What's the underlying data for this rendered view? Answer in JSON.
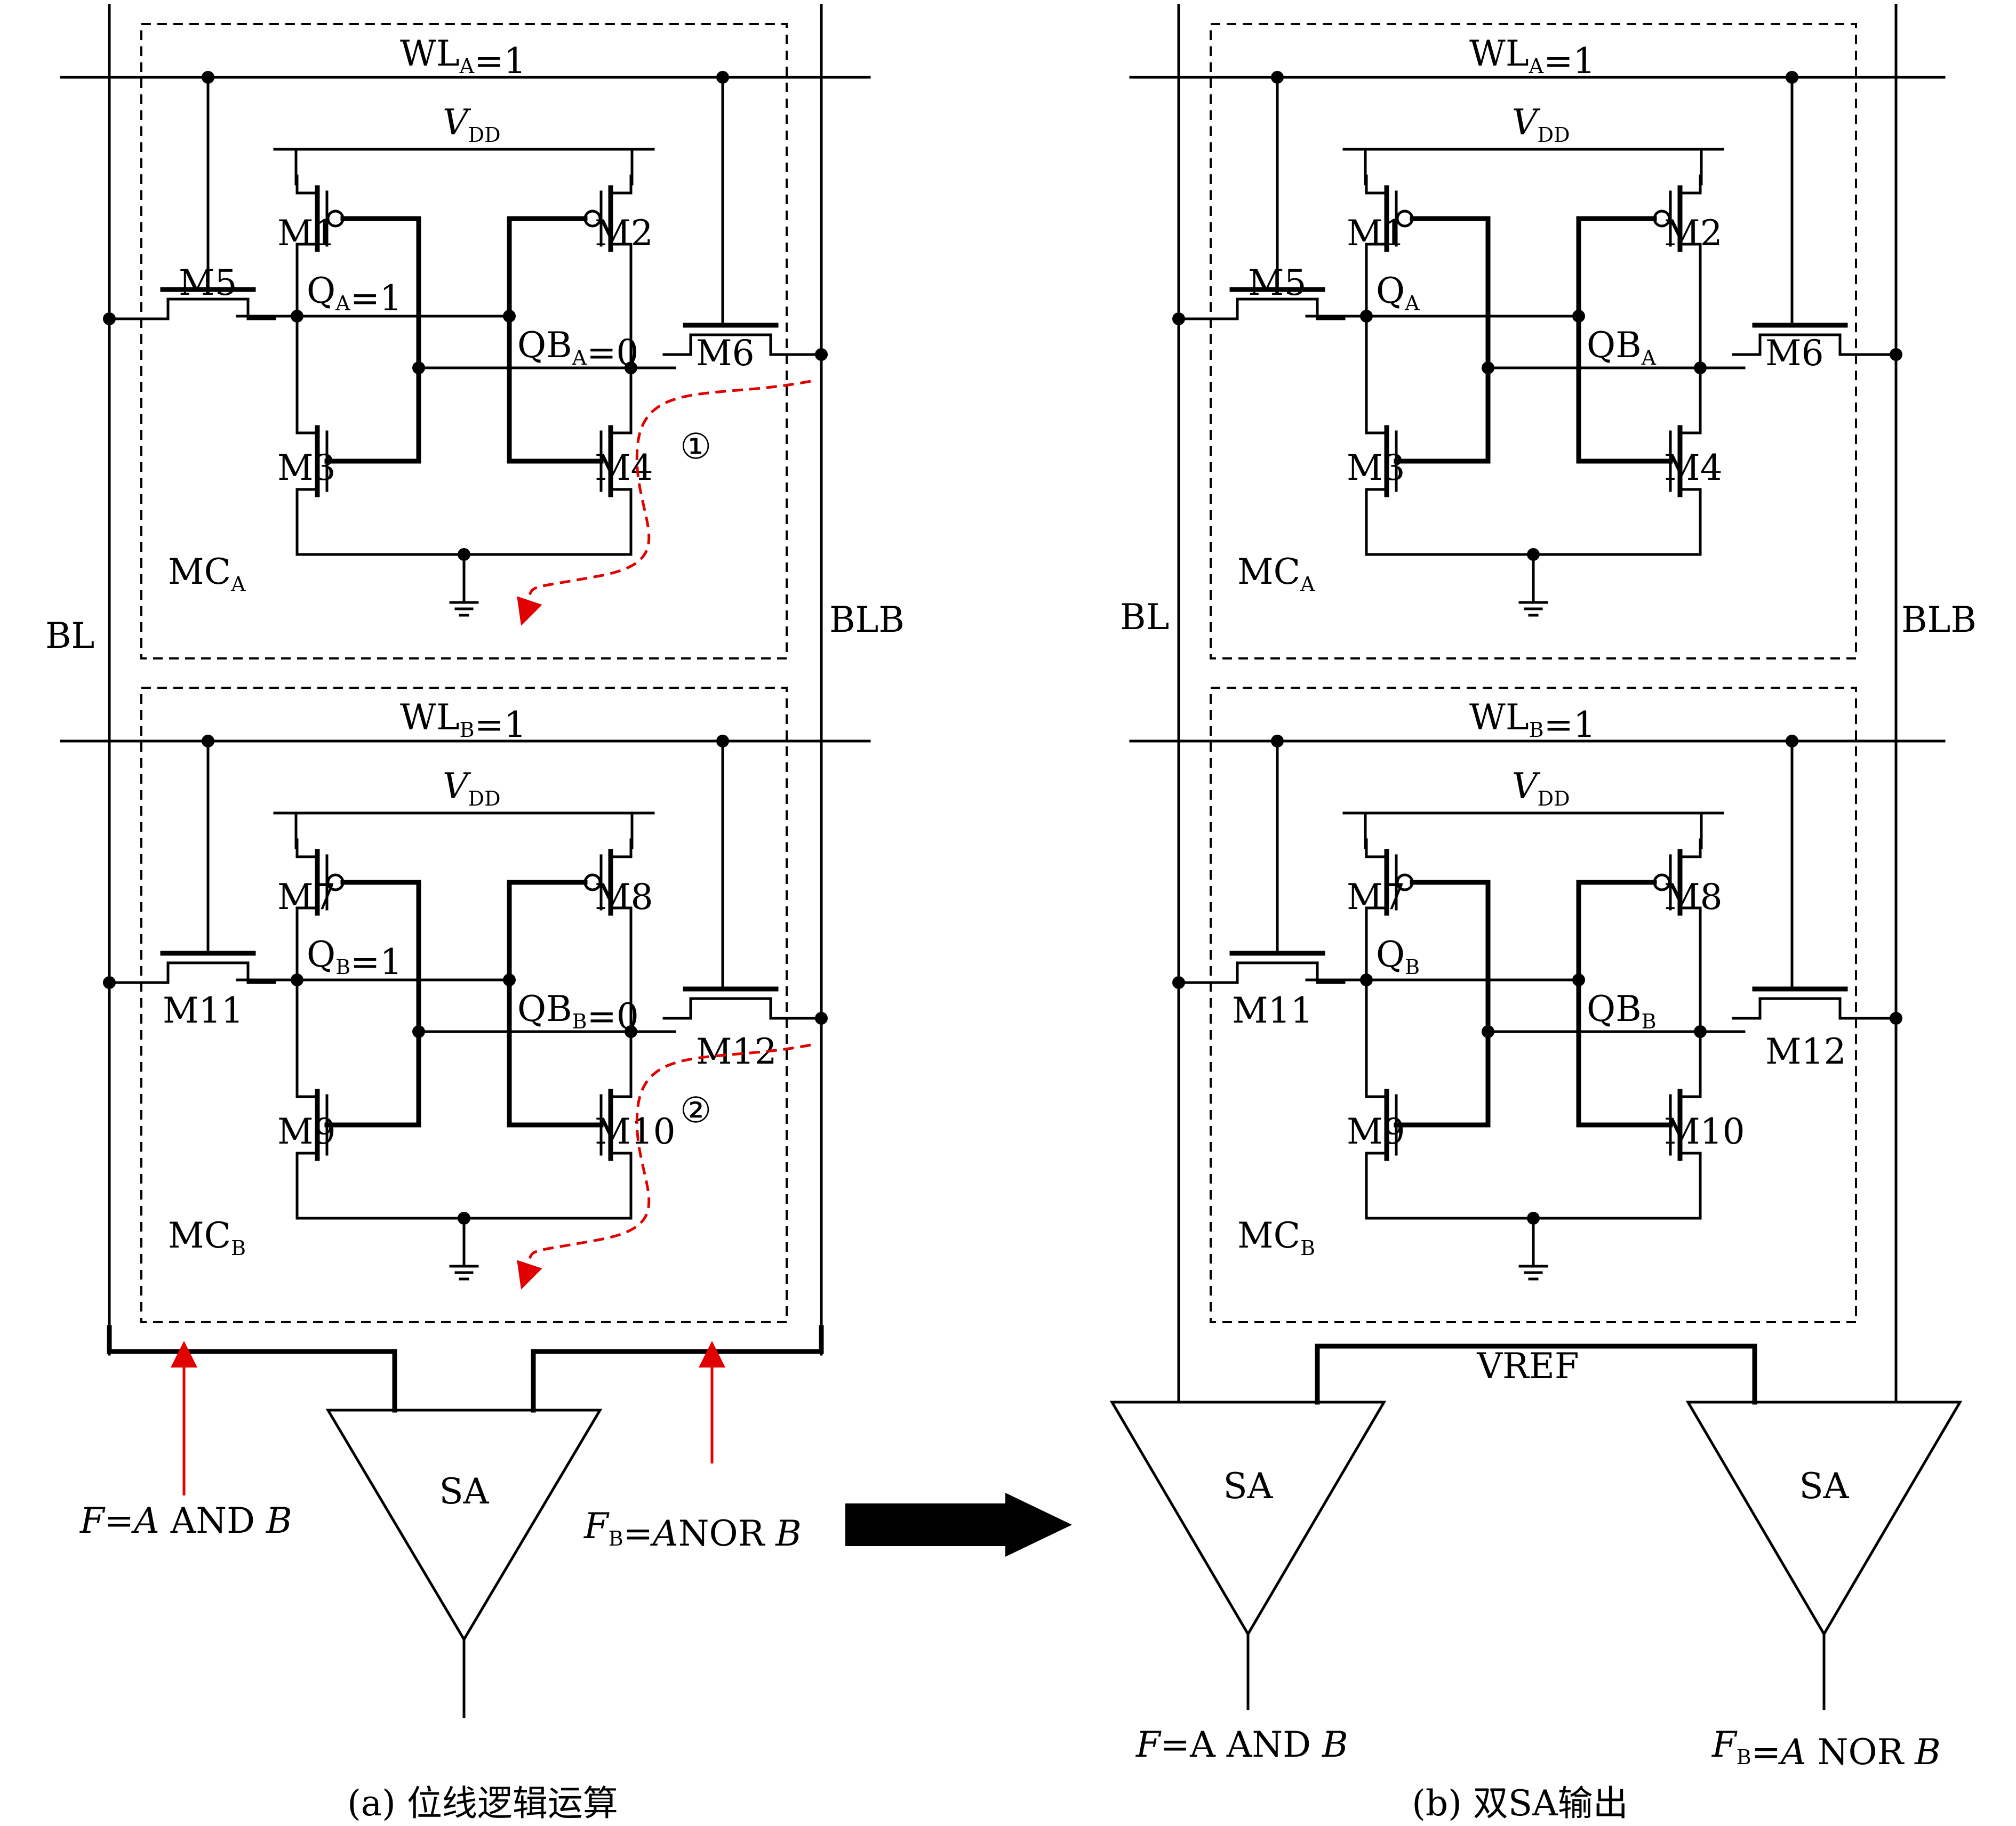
{
  "panel_a": {
    "bitline": "BL",
    "bitline_bar": "BLB",
    "cell_a": {
      "wordline": "WL",
      "wordline_sub": "A",
      "wordline_val": "=1",
      "vdd": "V",
      "vdd_sub": "DD",
      "transistors": [
        "M1",
        "M2",
        "M3",
        "M4",
        "M5",
        "M6"
      ],
      "q": "Q",
      "q_sub": "A",
      "q_val": "=1",
      "qb": "QB",
      "qb_sub": "A",
      "qb_val": "=0",
      "cell_label": "MC",
      "cell_sub": "A",
      "path_marker": "①"
    },
    "cell_b": {
      "wordline": "WL",
      "wordline_sub": "B",
      "wordline_val": "=1",
      "vdd": "V",
      "vdd_sub": "DD",
      "transistors": [
        "M7",
        "M8",
        "M9",
        "M10",
        "M11",
        "M12"
      ],
      "q": "Q",
      "q_sub": "B",
      "q_val": "=1",
      "qb": "QB",
      "qb_sub": "B",
      "qb_val": "=0",
      "cell_label": "MC",
      "cell_sub": "B",
      "path_marker": "②"
    },
    "sense_amp": "SA",
    "output_and": {
      "lhs": "F",
      "eq": "=",
      "a": "A",
      "op": " AND ",
      "b": "B"
    },
    "output_nor": {
      "lhs": "F",
      "lhs_sub": "B",
      "eq": "=",
      "a": "A",
      "op": "NOR ",
      "b": "B"
    },
    "caption": "(a) 位线逻辑运算"
  },
  "panel_b": {
    "bitline": "BL",
    "bitline_bar": "BLB",
    "cell_a": {
      "wordline": "WL",
      "wordline_sub": "A",
      "wordline_val": "=1",
      "vdd": "V",
      "vdd_sub": "DD",
      "transistors": [
        "M1",
        "M2",
        "M3",
        "M4",
        "M5",
        "M6"
      ],
      "q": "Q",
      "q_sub": "A",
      "qb": "QB",
      "qb_sub": "A",
      "cell_label": "MC",
      "cell_sub": "A"
    },
    "cell_b": {
      "wordline": "WL",
      "wordline_sub": "B",
      "wordline_val": "=1",
      "vdd": "V",
      "vdd_sub": "DD",
      "transistors": [
        "M7",
        "M8",
        "M9",
        "M10",
        "M11",
        "M12"
      ],
      "q": "Q",
      "q_sub": "B",
      "qb": "QB",
      "qb_sub": "B",
      "cell_label": "MC",
      "cell_sub": "B"
    },
    "vref": "VREF",
    "sense_amp_left": "SA",
    "sense_amp_right": "SA",
    "output_and": {
      "lhs": "F",
      "eq": "=A",
      "op": " AND ",
      "b": "B"
    },
    "output_nor": {
      "lhs": "F",
      "lhs_sub": "B",
      "eq": "=",
      "a": "A",
      "op": " NOR ",
      "b": "B"
    },
    "caption": "(b) 双SA输出"
  },
  "colors": {
    "wire": "#000000",
    "annotation": "#e00000"
  }
}
